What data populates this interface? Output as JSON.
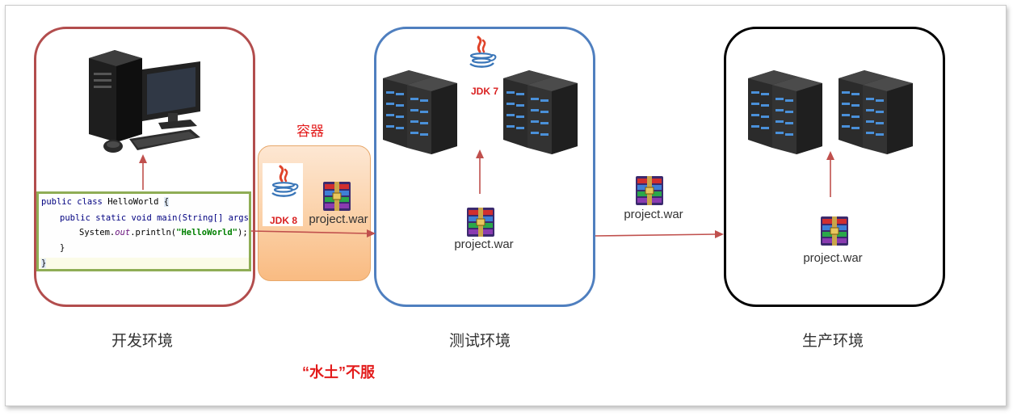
{
  "environments": {
    "dev": "开发环境",
    "test": "测试环境",
    "prod": "生产环境"
  },
  "container_label": "容器",
  "slogan": "“水土”不服",
  "jdk": {
    "dev": "JDK 8",
    "test": "JDK 7"
  },
  "war": {
    "container": "project.war",
    "test": "project.war",
    "transfer": "project.war",
    "prod": "project.war"
  },
  "code": {
    "line1_kw": "public class ",
    "line1_name": "HelloWorld ",
    "line1_brace": "{",
    "line2": "public static void main(String[] args) {",
    "line3_a": "System.",
    "line3_field": "out",
    "line3_b": ".println(",
    "line3_str": "\"HelloWorld\"",
    "line3_c": ");",
    "line4": "}",
    "line5": "}"
  },
  "colors": {
    "dev_border": "#b24d4d",
    "test_border": "#4f7fbf",
    "prod_border": "#000000",
    "arrow": "#c0504d",
    "highlight_red": "#e31b1b"
  }
}
